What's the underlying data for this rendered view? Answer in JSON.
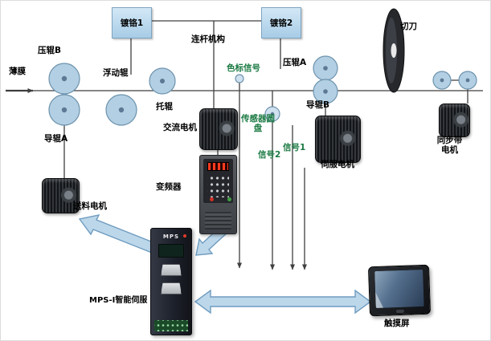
{
  "colors": {
    "background": "#ffffff",
    "roller_fill": "#b3cfe3",
    "roller_stroke": "#6d93ad",
    "box_fill": "#badcef",
    "big_arrow_fill": "#bcd7ea",
    "big_arrow_stroke": "#6f9cc0",
    "connector_line": "#3f3f3f",
    "signal_text": "#1b7a43",
    "label_text": "#000000",
    "vfd_display": "#ff3b1f"
  },
  "labels": {
    "film": "薄膜",
    "press_roller_b": "压辊B",
    "floating_roller": "浮动辊",
    "support_roller": "托辊",
    "guide_roller_a": "导辊A",
    "chrome_1": "镀铬1",
    "chrome_2": "镀铬2",
    "linkage": "连杆机构",
    "color_mark_signal": "色标信号",
    "press_roller_a": "压辊A",
    "guide_roller_b": "导辊B",
    "sensor_disc": "传感器圆盘",
    "signal_1": "信号1",
    "signal_2": "信号2",
    "cutter": "切刀",
    "ac_motor": "交流电机",
    "servo_motor": "伺服电机",
    "sync_belt_motor": "同步带电机",
    "feed_motor": "送料电机",
    "vfd": "变频器",
    "mps_servo": "MPS-I智能伺服",
    "touch_screen": "触摸屏"
  },
  "devices": {
    "controller_logo": "MPS"
  }
}
